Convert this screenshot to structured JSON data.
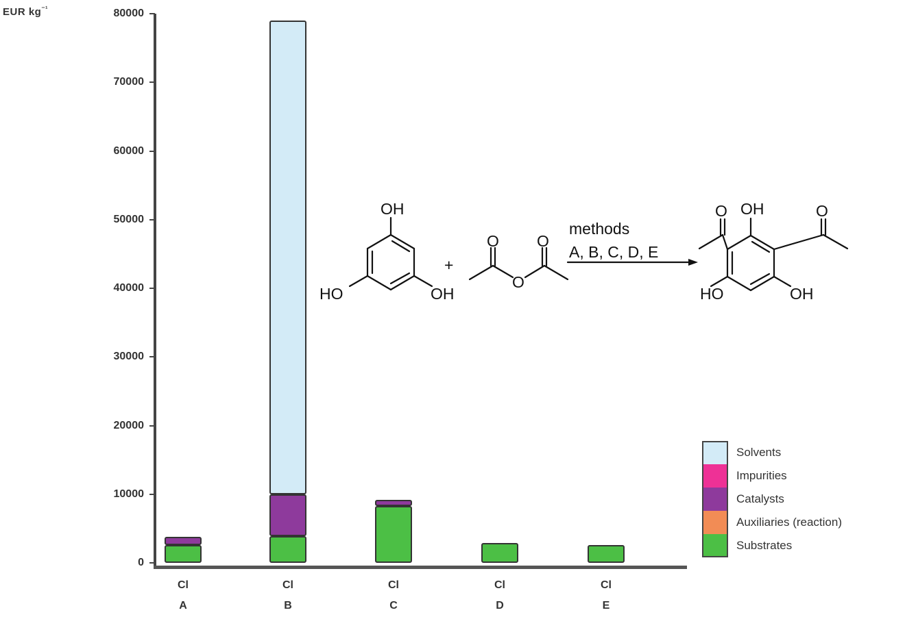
{
  "chart_data": {
    "type": "bar",
    "stacked": true,
    "title": "",
    "ylabel": "EUR kg⁻¹",
    "ylabel_base": "EUR kg",
    "ylabel_sup": "⁻¹",
    "xlabel": "",
    "ylim": [
      0,
      80000
    ],
    "yticks": [
      0,
      10000,
      20000,
      30000,
      40000,
      50000,
      60000,
      70000,
      80000
    ],
    "ytick_labels": [
      "0",
      "10000",
      "20000",
      "30000",
      "40000",
      "50000",
      "60000",
      "70000",
      "80000"
    ],
    "categories": [
      "A",
      "B",
      "C",
      "D",
      "E"
    ],
    "category_sublabel": "Cl",
    "series": [
      {
        "name": "Substrates",
        "color": "#4cbf45",
        "values": [
          2600,
          3900,
          8300,
          2900,
          2600
        ]
      },
      {
        "name": "Auxiliaries (reaction)",
        "color": "#f28c55",
        "values": [
          0,
          0,
          0,
          0,
          0
        ]
      },
      {
        "name": "Catalysts",
        "color": "#8e3a9c",
        "values": [
          1200,
          6100,
          900,
          0,
          0
        ]
      },
      {
        "name": "Impurities",
        "color": "#ee3196",
        "values": [
          0,
          0,
          0,
          0,
          0
        ]
      },
      {
        "name": "Solvents",
        "color": "#d3ebf7",
        "values": [
          0,
          69000,
          0,
          0,
          0
        ]
      }
    ],
    "totals": [
      3800,
      79000,
      9200,
      2900,
      2600
    ],
    "legend_position": "bottom-right",
    "legend_order": [
      "Solvents",
      "Impurities",
      "Catalysts",
      "Auxiliaries (reaction)",
      "Substrates"
    ],
    "grid": false
  },
  "legend": {
    "items": [
      {
        "label": "Solvents",
        "color": "#d3ebf7"
      },
      {
        "label": "Impurities",
        "color": "#ee3196"
      },
      {
        "label": "Catalysts",
        "color": "#8e3a9c"
      },
      {
        "label": "Auxiliaries (reaction)",
        "color": "#f28c55"
      },
      {
        "label": "Substrates",
        "color": "#4cbf45"
      }
    ]
  },
  "scheme": {
    "reactant1_oh_top": "OH",
    "reactant1_ho_left": "HO",
    "reactant1_oh_right": "OH",
    "plus": "+",
    "anhydride_o1": "O",
    "anhydride_o2": "O",
    "anhydride_o_bridge": "O",
    "arrow_label_line1": "methods",
    "arrow_label_line2": "A, B, C, D, E",
    "product_o_left": "O",
    "product_oh_top": "OH",
    "product_o_right": "O",
    "product_ho_left": "HO",
    "product_oh_right": "OH"
  }
}
